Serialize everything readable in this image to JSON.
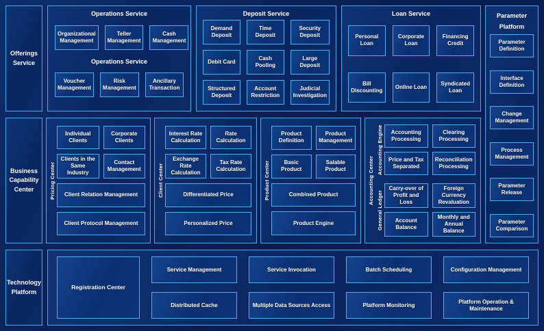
{
  "colors": {
    "page_bg": "#081d4e",
    "section_border": "#4da4e6",
    "box_border": "#57adee",
    "box_bg": "#0c2f72",
    "text": "#ffffff"
  },
  "offerings": {
    "sidebar": "Offerings Service",
    "operations": {
      "title": "Operations Service",
      "mid_label": "Operations Service",
      "row1": [
        "Organizational Management",
        "Teller Management",
        "Cash Management"
      ],
      "row2": [
        "Voucher Management",
        "Risk Management",
        "Ancillary Transaction"
      ]
    },
    "deposit": {
      "title": "Deposit Service",
      "items": [
        "Demand Deposit",
        "Time Deposit",
        "Security Deposit",
        "Debit Card",
        "Cash Pooling",
        "Large Deposit",
        "Structured Deposit",
        "Account Restriction",
        "Judicial Investigation"
      ]
    },
    "loan": {
      "title": "Loan Service",
      "items": [
        "Personal Loan",
        "Corporate Loan",
        "Financing Credit",
        "Bill Discounting",
        "Online Loan",
        "Syndicated Loan"
      ]
    }
  },
  "parameter_platform": {
    "title_line1": "Parameter",
    "title_line2": "Platform",
    "items": [
      "Parameter Definition",
      "Interface Definition",
      "Change Management",
      "Process Management",
      "Parameter Release",
      "Parameter Comparison"
    ]
  },
  "business": {
    "sidebar": "Business Capability Center",
    "client_section": {
      "vertical_label": "Pricing Center",
      "grid": [
        "Individual Clients",
        "Corporate Clients",
        "Clients in the Same Industry",
        "Contact Management"
      ],
      "wide": [
        "Client Relation Management",
        "Client Protocol Management"
      ]
    },
    "pricing_section": {
      "vertical_label": "Client Center",
      "grid": [
        "Interest Rate Calculation",
        "Rate Calculation",
        "Exchange Rate Calculation",
        "Tax Rate Calculation"
      ],
      "wide": [
        "Differentiated Price",
        "Personalized Price"
      ]
    },
    "product_section": {
      "vertical_label": "Product Center",
      "grid": [
        "Product Definition",
        "Product Management",
        "Basic Product",
        "Salable Product"
      ],
      "wide": [
        "Combined Product",
        "Product Engine"
      ]
    },
    "accounting_section": {
      "vertical_label": "Accounting Center",
      "groups": [
        {
          "vertical_label": "Accounting Engine",
          "items": [
            "Accounting Processing",
            "Clearing Processing",
            "Price and Tax Separated",
            "Reconciliation Processing"
          ]
        },
        {
          "vertical_label": "General Ledger",
          "items": [
            "Carry-over of Profit and Loss",
            "Foreign Currency Revaluation",
            "Account Balance",
            "Monthly and Annual Balance"
          ]
        }
      ]
    }
  },
  "technology": {
    "sidebar": "Technology Platform",
    "registration": "Registration Center",
    "columns": [
      [
        "Service Management",
        "Distributed Cache"
      ],
      [
        "Service Invocation",
        "Multiple Data Sources Access"
      ],
      [
        "Batch Scheduling",
        "Platform Monitoring"
      ],
      [
        "Configuration Management",
        "Platform Operation & Maintenance"
      ]
    ]
  }
}
